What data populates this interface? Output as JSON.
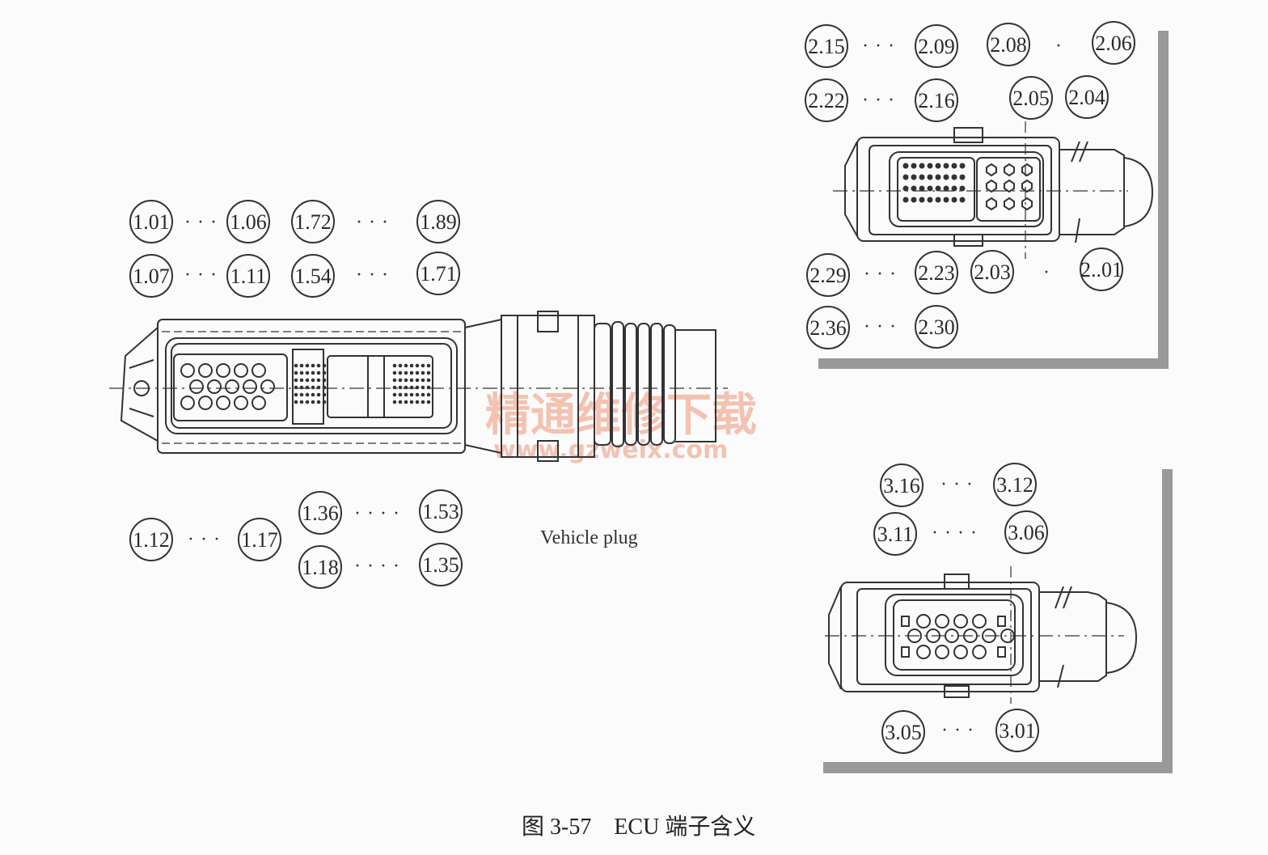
{
  "caption": "图 3-57    ECU 端子含义",
  "vehicle_plug_label": "Vehicle plug",
  "watermark": {
    "cn": "精通维修下载",
    "url": "www.gzweix.com"
  },
  "plug1_labels": {
    "top_row1": [
      "1.01",
      "1.06",
      "1.72",
      "1.89"
    ],
    "top_row2": [
      "1.07",
      "1.11",
      "1.54",
      "1.71"
    ],
    "bottom_row1": [
      "1.36",
      "1.53"
    ],
    "bottom_left": [
      "1.12",
      "1.17"
    ],
    "bottom_row2": [
      "1.18",
      "1.35"
    ]
  },
  "plug2_labels": {
    "row1": [
      "2.15",
      "2.09",
      "2.08",
      "2.06"
    ],
    "row2": [
      "2.22",
      "2.16",
      "2.05",
      "2.04"
    ],
    "row3": [
      "2.29",
      "2.23",
      "2.03",
      "2..01"
    ],
    "row4": [
      "2.36",
      "2.30"
    ]
  },
  "plug3_labels": {
    "row1": [
      "3.16",
      "3.12"
    ],
    "row2": [
      "3.11",
      "3.06"
    ],
    "row3": [
      "3.05",
      "3.01"
    ]
  },
  "dots": {
    "three": "···",
    "four": "····",
    "one": "·"
  }
}
